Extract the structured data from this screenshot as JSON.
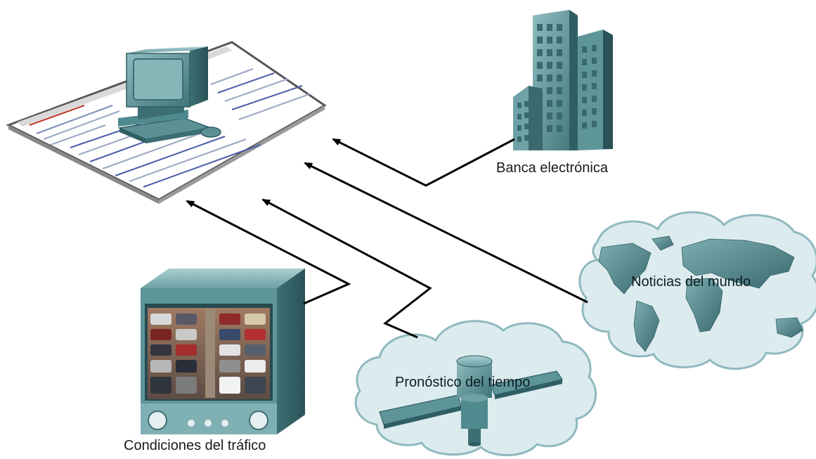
{
  "labels": {
    "banking": "Banca electrónica",
    "world_news": "Noticias del mundo",
    "weather": "Pronóstico del tiempo",
    "traffic": "Condiciones del tráfico"
  },
  "colors": {
    "teal_face": "#4f8a8f",
    "teal_light": "#7fb0b3",
    "teal_dark": "#2f5f64",
    "cloud_fill": "#dcebee",
    "cloud_stroke": "#8fb9be",
    "line": "#000000"
  },
  "icons": [
    "computer-icon",
    "web-page-icon",
    "building-icon",
    "world-cloud-icon",
    "weather-cloud-icon",
    "satellite-icon",
    "traffic-monitor-icon"
  ]
}
